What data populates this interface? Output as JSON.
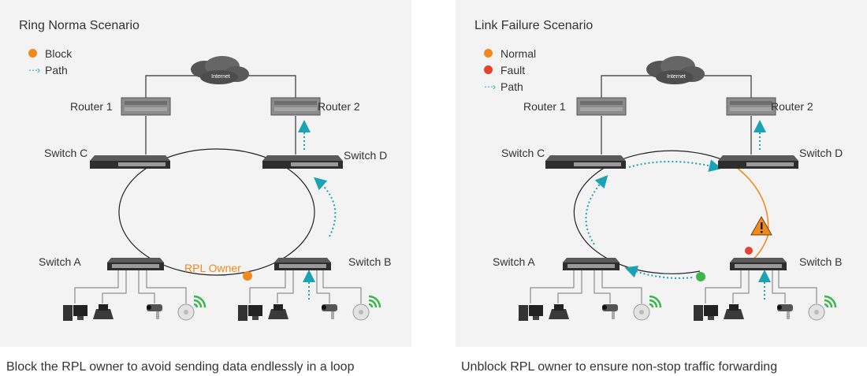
{
  "left": {
    "title": "Ring Norma Scenario",
    "legend": [
      {
        "kind": "dot",
        "label": "Block",
        "color": "#ef8a1e"
      },
      {
        "kind": "path",
        "label": "Path",
        "color": "#1ba3b5"
      }
    ],
    "labels": {
      "router1": "Router 1",
      "router2": "Router 2",
      "switch_c": "Switch C",
      "switch_d": "Switch D",
      "switch_a": "Switch A",
      "switch_b": "Switch B",
      "rpl_owner": "RPL Owner",
      "internet": "Internet"
    },
    "caption": "Block the RPL owner to avoid sending data endlessly in a loop"
  },
  "right": {
    "title": "Link Failure Scenario",
    "legend": [
      {
        "kind": "dot",
        "label": "Normal",
        "color": "#ef8a1e"
      },
      {
        "kind": "dot",
        "label": "Fault",
        "color": "#e8412c"
      },
      {
        "kind": "path",
        "label": "Path",
        "color": "#1ba3b5"
      }
    ],
    "labels": {
      "router1": "Router 1",
      "router2": "Router 2",
      "switch_c": "Switch C",
      "switch_d": "Switch D",
      "switch_a": "Switch A",
      "switch_b": "Switch B",
      "internet": "Internet"
    },
    "caption": "Unblock RPL owner to ensure non-stop traffic forwarding"
  },
  "colors": {
    "path": "#1ba3b5",
    "block": "#ef8a1e",
    "fault": "#e8412c",
    "normal_link": "#3cb54a",
    "fault_link": "#ef8a1e"
  },
  "icons": [
    "cloud-icon",
    "router-icon",
    "switch-icon",
    "desktop-pc-icon",
    "ip-phone-icon",
    "ip-camera-icon",
    "wireless-ap-icon",
    "wifi-icon",
    "warning-icon"
  ]
}
